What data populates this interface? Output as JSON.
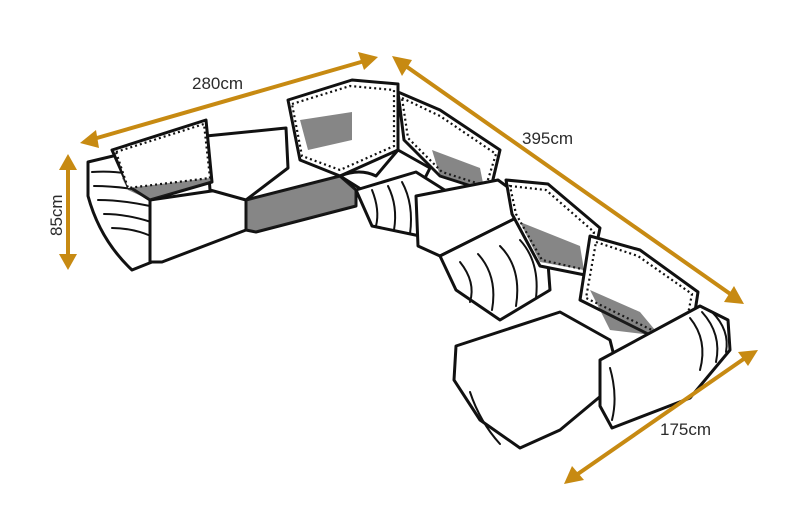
{
  "dimensions": {
    "width_top": "280cm",
    "width_long": "395cm",
    "height": "85cm",
    "depth_chaise": "175cm"
  },
  "colors": {
    "arrow": "#c78a12",
    "line": "#111111",
    "label": "#2b2b2b"
  }
}
